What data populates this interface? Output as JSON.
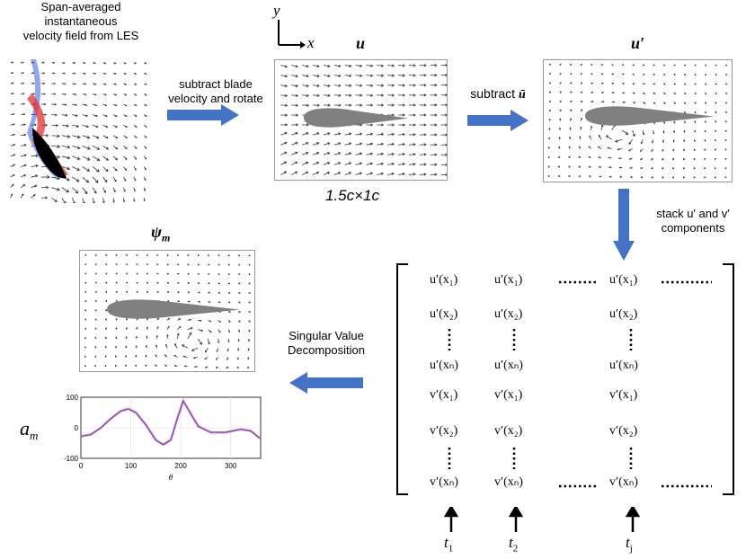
{
  "captions": {
    "les_field": [
      "Span-averaged",
      "instantaneous",
      "velocity field from LES"
    ],
    "step1": [
      "subtract blade",
      "velocity and rotate"
    ],
    "step2_prefix": "subtract ",
    "step2_symbol": "ū",
    "step3": [
      "stack u′ and v′",
      "components"
    ],
    "step4": [
      "Singular Value",
      "Decomposition"
    ],
    "size_label": "1.5c×1c"
  },
  "axes_glyph": {
    "y": "y",
    "x": "x"
  },
  "panel_titles": {
    "u": "u",
    "uprime": "u′",
    "psi": "ψ",
    "psi_sub": "m"
  },
  "matrix": {
    "rows": [
      [
        "u′(x₁)",
        "u′(x₁)",
        "u′(x₁)"
      ],
      [
        "u′(x₂)",
        "u′(x₂)",
        "u′(x₂)"
      ],
      [
        "u′(xₙ)",
        "u′(xₙ)",
        "u′(xₙ)"
      ],
      [
        "v′(x₁)",
        "v′(x₁)",
        "v′(x₁)"
      ],
      [
        "v′(x₂)",
        "v′(x₂)",
        "v′(x₂)"
      ],
      [
        "v′(xₙ)",
        "v′(xₙ)",
        "v′(xₙ)"
      ]
    ],
    "time_labels": [
      {
        "sym": "t",
        "sub": "1"
      },
      {
        "sym": "t",
        "sub": "2"
      },
      {
        "sym": "t",
        "sub": "j"
      }
    ]
  },
  "coef_plot": {
    "ylabel_sym": "a",
    "ylabel_sub": "m",
    "xlabel": "θ",
    "x_ticks": [
      "0",
      "100",
      "200",
      "300"
    ],
    "y_ticks": [
      "100",
      "0",
      "-100"
    ]
  },
  "chart_data": {
    "type": "line",
    "xlabel": "θ",
    "ylabel": "a_m",
    "xlim": [
      0,
      360
    ],
    "ylim": [
      -100,
      100
    ],
    "x": [
      0,
      20,
      40,
      60,
      80,
      95,
      110,
      130,
      150,
      165,
      180,
      195,
      205,
      215,
      235,
      260,
      290,
      320,
      340,
      355,
      360
    ],
    "series": [
      {
        "values": [
          -28,
          -22,
          0,
          30,
          55,
          62,
          50,
          10,
          -40,
          -55,
          -40,
          40,
          88,
          60,
          5,
          -15,
          -15,
          -5,
          -10,
          -30,
          -35
        ]
      }
    ],
    "grid": true
  },
  "colors": {
    "arrow_blue": "#4472c4",
    "airfoil": "#808080",
    "vector": "#333333"
  }
}
